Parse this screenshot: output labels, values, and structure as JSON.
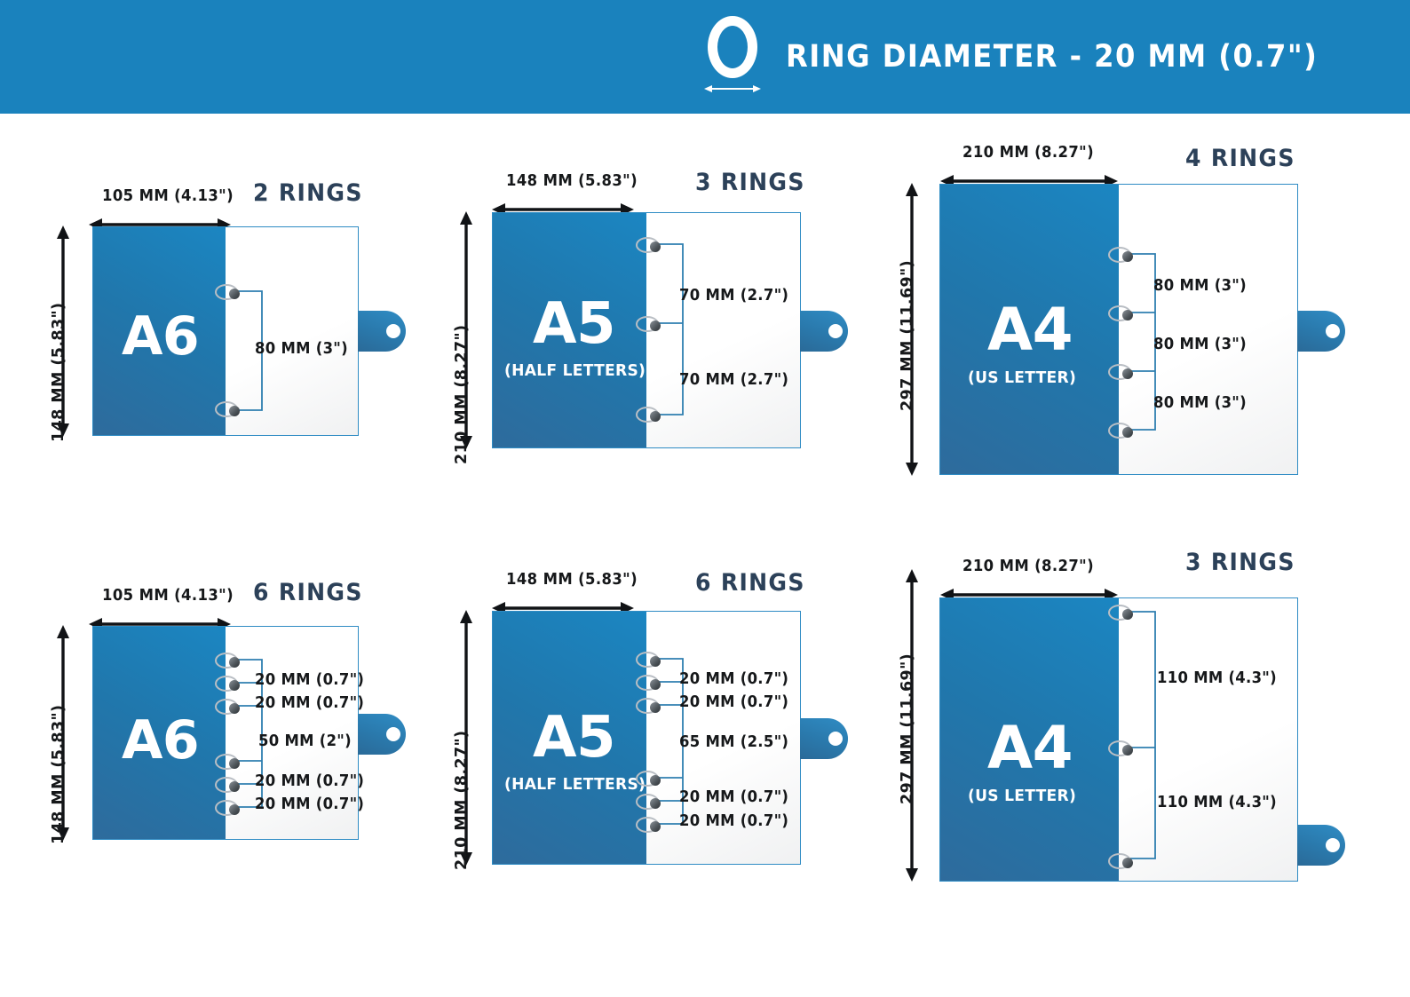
{
  "header": {
    "title": "RING DIAMETER - 20 MM (0.7\")",
    "icon": "ring-outline-icon",
    "arrow_icon": "double-arrow-icon",
    "background_color": "#1a82bd"
  },
  "colors": {
    "header_blue": "#1a82bd",
    "cover_blue_light": "#1b86c2",
    "cover_blue_dark": "#2e6b9c",
    "heading_navy": "#2c4159",
    "label_black": "#16181a",
    "page_white": "#ffffff",
    "ring_grey": "#b9bec4"
  },
  "cards": [
    {
      "id": "a6-2-rings",
      "size_name": "A6",
      "size_sub": "",
      "rings_heading": "2 RINGS",
      "width_label": "105 MM (4.13\")",
      "height_label": "148 MM (5.83\")",
      "ring_count": 2,
      "gaps": [
        "80 MM (3\")"
      ]
    },
    {
      "id": "a5-3-rings",
      "size_name": "A5",
      "size_sub": "(HALF LETTERS)",
      "rings_heading": "3 RINGS",
      "width_label": "148 MM (5.83\")",
      "height_label": "210 MM (8.27\")",
      "ring_count": 3,
      "gaps": [
        "70 MM (2.7\")",
        "70 MM (2.7\")"
      ]
    },
    {
      "id": "a4-4-rings",
      "size_name": "A4",
      "size_sub": "(US LETTER)",
      "rings_heading": "4 RINGS",
      "width_label": "210 MM (8.27\")",
      "height_label": "297 MM (11.69\")",
      "ring_count": 4,
      "gaps": [
        "80 MM (3\")",
        "80 MM (3\")",
        "80 MM (3\")"
      ]
    },
    {
      "id": "a6-6-rings",
      "size_name": "A6",
      "size_sub": "",
      "rings_heading": "6 RINGS",
      "width_label": "105 MM (4.13\")",
      "height_label": "148 MM (5.83\")",
      "ring_count": 6,
      "gaps": [
        "20 MM (0.7\")",
        "20 MM (0.7\")",
        "50 MM (2\")",
        "20 MM (0.7\")",
        "20 MM (0.7\")"
      ]
    },
    {
      "id": "a5-6-rings",
      "size_name": "A5",
      "size_sub": "(HALF LETTERS)",
      "rings_heading": "6 RINGS",
      "width_label": "148 MM (5.83\")",
      "height_label": "210 MM (8.27\")",
      "ring_count": 6,
      "gaps": [
        "20 MM (0.7\")",
        "20 MM (0.7\")",
        "65 MM (2.5\")",
        "20 MM (0.7\")",
        "20 MM (0.7\")"
      ]
    },
    {
      "id": "a4-3-rings",
      "size_name": "A4",
      "size_sub": "(US LETTER)",
      "rings_heading": "3 RINGS",
      "width_label": "210 MM (8.27\")",
      "height_label": "297 MM (11.69\")",
      "ring_count": 3,
      "gaps": [
        "110 MM (4.3\")",
        "110 MM (4.3\")"
      ]
    }
  ]
}
